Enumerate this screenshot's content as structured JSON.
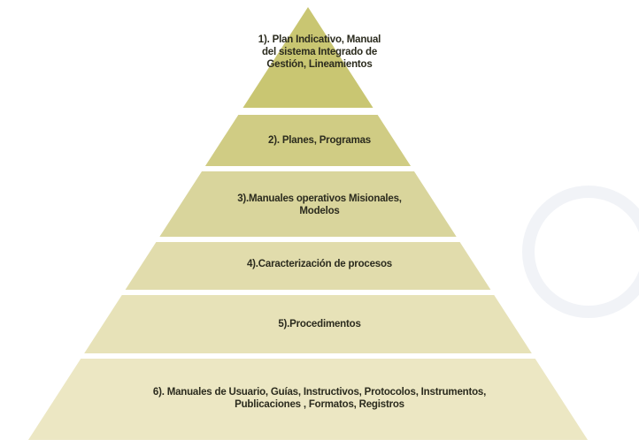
{
  "pyramid": {
    "levels": [
      {
        "label": "1). Plan Indicativo, Manual del sistema Integrado de Gestión, Lineamientos",
        "color": "#c9c672"
      },
      {
        "label": "2). Planes, Programas",
        "color": "#d0cc84"
      },
      {
        "label": "3).Manuales operativos Misionales, Modelos",
        "color": "#d9d59c"
      },
      {
        "label": "4).Caracterización de procesos",
        "color": "#e1dcac"
      },
      {
        "label": "5).Procedimentos",
        "color": "#e7e2b8"
      },
      {
        "label": "6). Manuales de Usuario, Guías, Instructivos, Protocolos, Instrumentos, Publicaciones , Formatos, Registros",
        "color": "#ece7c3"
      }
    ]
  }
}
